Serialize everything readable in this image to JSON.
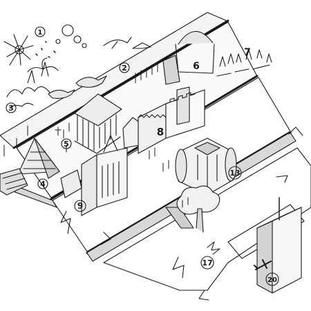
{
  "markers": [
    {
      "id": "1",
      "label": "1"
    },
    {
      "id": "2",
      "label": "2"
    },
    {
      "id": "3",
      "label": "3"
    },
    {
      "id": "4",
      "label": "4"
    },
    {
      "id": "5",
      "label": "5"
    },
    {
      "id": "6",
      "label": "6"
    },
    {
      "id": "7",
      "label": "7"
    },
    {
      "id": "8",
      "label": "8"
    },
    {
      "id": "9",
      "label": "9"
    },
    {
      "id": "13",
      "label": "13"
    },
    {
      "id": "17",
      "label": "17"
    },
    {
      "id": "20",
      "label": "20"
    }
  ],
  "colors": {
    "ink": "#1a1a1a",
    "paper": "#ffffff",
    "shade": "#cfcfcf"
  }
}
